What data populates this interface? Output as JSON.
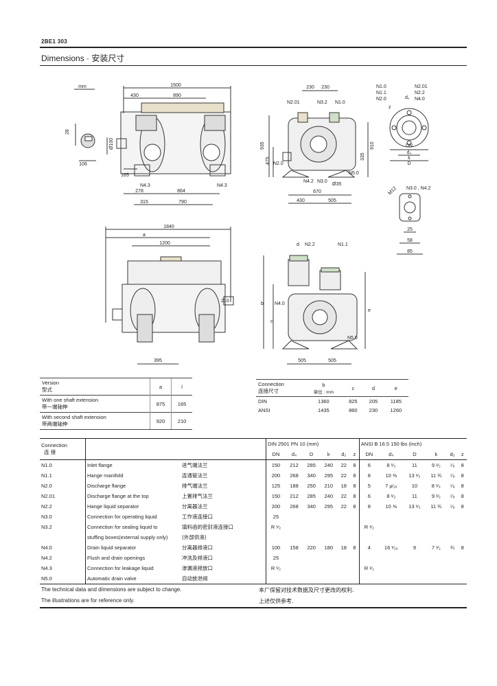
{
  "header": {
    "doc_code": "2BE1 303"
  },
  "section": {
    "title": "Dimensions · 安装尺寸"
  },
  "drawing": {
    "top_left": {
      "unit": "mm",
      "overall": "1500",
      "d430": "430",
      "d890": "890",
      "key": "28",
      "shaft_dia": "Ø100",
      "d106": "106",
      "d165": "165",
      "d278": "278",
      "d864": "864",
      "d315": "315",
      "d790": "790",
      "n43_a": "N4.3",
      "n43_b": "N4.3"
    },
    "top_mid": {
      "d230a": "230",
      "d230b": "230",
      "n201": "N2.01",
      "n32": "N3.2",
      "n10": "N1.0",
      "d935": "935",
      "d475": "475",
      "n20": "N2.0",
      "d910": "910",
      "d335": "335",
      "n42": "N4.2",
      "n30": "N3.0",
      "d235": "Ø35",
      "n50": "N5.0",
      "d670": "670",
      "d430": "430",
      "d505": "505"
    },
    "flange": {
      "l1": "N1.0",
      "l2": "N1.1",
      "l3": "N2.0",
      "r1": "N2.01",
      "r2": "N2.2",
      "r3": "N4.0",
      "z": "z",
      "d2": "d₂",
      "dn": "DN",
      "d4": "d₄",
      "d": "D",
      "k": "k"
    },
    "small_flange": {
      "label": "N3.0 , N4.2",
      "m12": "M12",
      "d25": "25",
      "d58": "58",
      "d85": "85"
    },
    "bottom_left": {
      "overall": "1840",
      "a": "a",
      "d1200": "1200",
      "d210": "210",
      "d395": "395"
    },
    "bottom_mid": {
      "d": "d",
      "n22": "N2.2",
      "n11": "N1.1",
      "n40": "N4.0",
      "b": "b",
      "c": "c",
      "e": "e",
      "n50": "N5.0",
      "d505a": "505",
      "d505b": "505"
    }
  },
  "version_table": {
    "header": {
      "label_en": "Version",
      "label_zh": "型式",
      "col_a": "a",
      "col_l": "l"
    },
    "rows": [
      {
        "en": "With one shaft extension",
        "zh": "带一端轴伸",
        "a": "875",
        "l": "165"
      },
      {
        "en": "With second shaft extension",
        "zh": "带两端轴伸",
        "a": "920",
        "l": "210"
      }
    ]
  },
  "connection_table": {
    "header": {
      "label_en": "Connection",
      "label_zh": "连接尺寸",
      "b": "b",
      "c": "c",
      "d": "d",
      "e": "e",
      "unit": "单位 : mm"
    },
    "rows": [
      {
        "name": "DIN",
        "b": "1360",
        "c": "825",
        "d": "205",
        "e": "1185"
      },
      {
        "name": "ANSI",
        "b": "1435",
        "c": "860",
        "d": "230",
        "e": "1260"
      }
    ]
  },
  "big_table": {
    "header": {
      "conn_en": "Connection",
      "conn_zh": "连  接",
      "din_title": "DIN 2501 PN 10 (mm)",
      "ansi_title": "ANSI B 16.5 150 lbs (inch)"
    },
    "subheader": {
      "din": [
        "DN",
        "d₄",
        "D",
        "k",
        "d₂",
        "z"
      ],
      "ansi": [
        "DN",
        "d₄",
        "D",
        "k",
        "d₂",
        "z"
      ]
    },
    "rows": [
      {
        "code": "N1.0",
        "en": "Inlet flange",
        "zh": "进气端法兰",
        "din": [
          "150",
          "212",
          "285",
          "240",
          "22",
          "8"
        ],
        "ansi": [
          "6",
          "8 ¹⁄₂",
          "11",
          "9 ¹⁄₂",
          "⁷⁄₈",
          "8"
        ]
      },
      {
        "code": "N1.1",
        "en": "Hange manifold",
        "zh": "连通管法兰",
        "din": [
          "200",
          "268",
          "340",
          "295",
          "22",
          "8"
        ],
        "ansi": [
          "8",
          "10 ⅜",
          "13 ¹⁄₂",
          "11 ¾",
          "⁷⁄₈",
          "8"
        ]
      },
      {
        "code": "N2.0",
        "en": "Discharge flange",
        "zh": "排气端法兰",
        "din": [
          "125",
          "188",
          "250",
          "210",
          "18",
          "8"
        ],
        "ansi": [
          "5",
          "7 µ⁄₁₆",
          "10",
          "8 ¹⁄₄",
          "⁷⁄₈",
          "8"
        ]
      },
      {
        "code": "N2.01",
        "en": "Discharge flange at the top",
        "zh": "上置排气法兰",
        "din": [
          "150",
          "212",
          "285",
          "240",
          "22",
          "8"
        ],
        "ansi": [
          "6",
          "8 ¹⁄₂",
          "11",
          "9 ¹⁄₂",
          "⁷⁄₈",
          "8"
        ]
      },
      {
        "code": "N2.2",
        "en": "Hange liquid separator",
        "zh": "分离器法兰",
        "din": [
          "200",
          "268",
          "340",
          "295",
          "22",
          "8"
        ],
        "ansi": [
          "8",
          "10 ⅜",
          "13 ¹⁄₂",
          "11 ¾",
          "⁷⁄₈",
          "8"
        ]
      },
      {
        "code": "N3.0",
        "en": "Connection for operating liquid",
        "zh": "工作液连接口",
        "din": [
          "25",
          "",
          "",
          "",
          "",
          ""
        ],
        "ansi": [
          "",
          "",
          "",
          "",
          "",
          ""
        ]
      },
      {
        "code": "N3.2",
        "en": "Connection for sealing liquid to",
        "zh": "填料函的密封液连接口",
        "din": [
          "R ¹⁄₂",
          "",
          "",
          "",
          "",
          ""
        ],
        "ansi": [
          "R ¹⁄₂",
          "",
          "",
          "",
          "",
          ""
        ]
      },
      {
        "code": "",
        "en": "stuffing boxes(external supply only)",
        "zh": "(外部供液)",
        "din": [
          "",
          "",
          "",
          "",
          "",
          ""
        ],
        "ansi": [
          "",
          "",
          "",
          "",
          "",
          ""
        ]
      },
      {
        "code": "N4.0",
        "en": "Drain liquid separator",
        "zh": "分离器排液口",
        "din": [
          "100",
          "158",
          "220",
          "180",
          "18",
          "8"
        ],
        "ansi": [
          "4",
          "16 ¹⁄₁₆",
          "9",
          "7 ¹⁄₂",
          "¾",
          "8"
        ]
      },
      {
        "code": "N4.2",
        "en": "Flush and drain openings",
        "zh": "冲洗及排液口",
        "din": [
          "25",
          "",
          "",
          "",
          "",
          ""
        ],
        "ansi": [
          "",
          "",
          "",
          "",
          "",
          ""
        ]
      },
      {
        "code": "N4.3",
        "en": "Connection for leakage liquid",
        "zh": "渗漏液排放口",
        "din": [
          "R ¹⁄₂",
          "",
          "",
          "",
          "",
          ""
        ],
        "ansi": [
          "R ¹⁄₂",
          "",
          "",
          "",
          "",
          ""
        ]
      },
      {
        "code": "N5.0",
        "en": "Automatic drain valve",
        "zh": "自动放泄阀",
        "din": [
          "",
          "",
          "",
          "",
          "",
          ""
        ],
        "ansi": [
          "",
          "",
          "",
          "",
          "",
          ""
        ]
      }
    ]
  },
  "footer": {
    "en1": "The technical data and dimensions are subject to change.",
    "en2": "The illustrations are for reference only.",
    "zh1": "本厂保留对技术数据及尺寸更改的权利.",
    "zh2": "上述仅供参考."
  }
}
